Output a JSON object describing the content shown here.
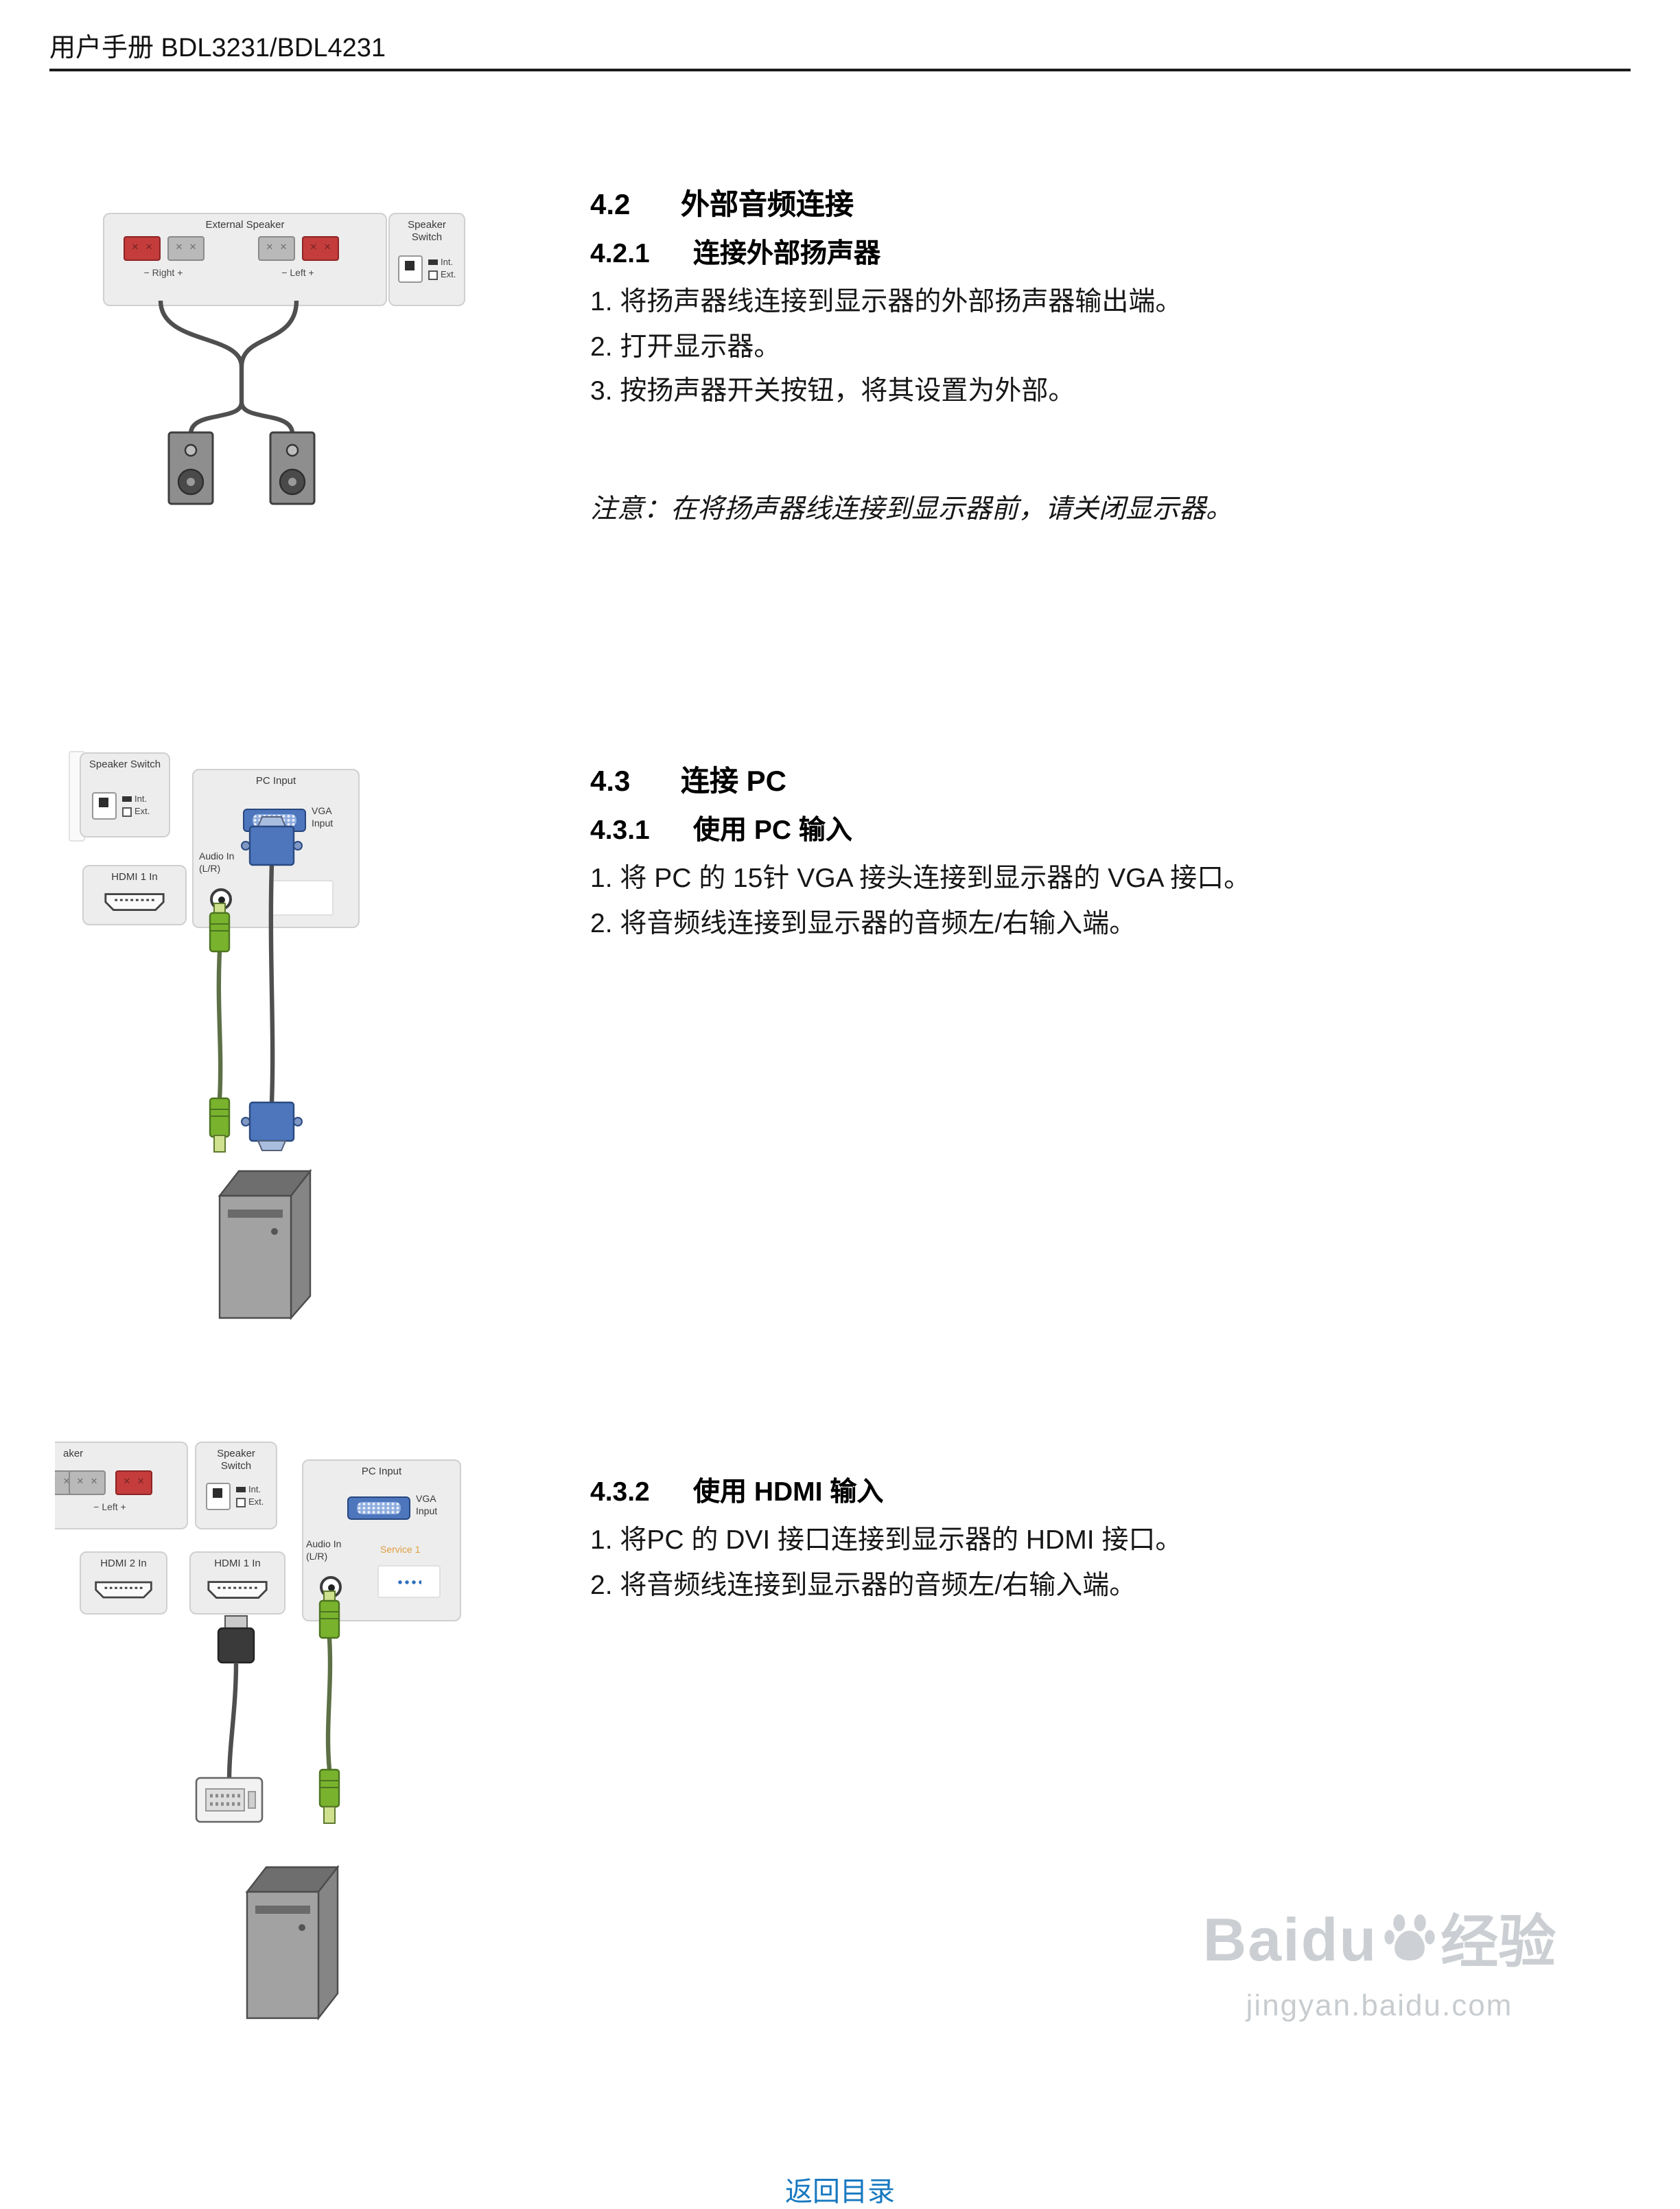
{
  "header": {
    "title": "用户手册 BDL3231/BDL4231"
  },
  "s42": {
    "number": "4.2",
    "title": "外部音频连接",
    "sub_number": "4.2.1",
    "subtitle": "连接外部扬声器",
    "steps": [
      "1. 将扬声器线连接到显示器的外部扬声器输出端。",
      "2. 打开显示器。",
      "3. 按扬声器开关按钮，将其设置为外部。"
    ],
    "note": "注意：在将扬声器线连接到显示器前，请关闭显示器。"
  },
  "s43": {
    "number": "4.3",
    "title": "连接 PC",
    "sub_number": "4.3.1",
    "subtitle": "使用 PC 输入",
    "steps": [
      "1. 将 PC 的 15针 VGA 接头连接到显示器的 VGA 接口。",
      "2. 将音频线连接到显示器的音频左/右输入端。"
    ]
  },
  "s432": {
    "sub_number": "4.3.2",
    "subtitle": "使用 HDMI 输入",
    "steps": [
      "1. 将PC 的 DVI 接口连接到显示器的 HDMI 接口。",
      "2. 将音频线连接到显示器的音频左/右输入端。"
    ]
  },
  "d1": {
    "panel_label": "External Speaker",
    "right_row": "− Right +",
    "left_row": "− Left +",
    "switch_title": "Speaker Switch",
    "int_label": "Int.",
    "ext_label": "Ext."
  },
  "d2": {
    "switch_title": "Speaker Switch",
    "int_label": "Int.",
    "ext_label": "Ext.",
    "hdmi1_label": "HDMI 1 In",
    "pc_label": "PC Input",
    "vga_label": "VGA Input",
    "audio_label": "Audio In (L/R)"
  },
  "d3": {
    "cropped_label": "aker",
    "left_row": "− Left +",
    "switch_title": "Speaker Switch",
    "int_label": "Int.",
    "ext_label": "Ext.",
    "hdmi2_label": "HDMI 2 In",
    "hdmi1_label": "HDMI 1 In",
    "pc_label": "PC Input",
    "vga_label": "VGA Input",
    "audio_label": "Audio In (L/R)",
    "service_label": "Service 1"
  },
  "watermark": {
    "brand": "Baidu",
    "suffix": "经验",
    "url": "jingyan.baidu.com"
  },
  "footer": {
    "back_link": "返回目录"
  },
  "colors": {
    "accent_blue": "#1879c0",
    "vga_blue": "#4d76bd",
    "rca_green": "#79b32e",
    "terminal_red": "#c43c3c"
  }
}
